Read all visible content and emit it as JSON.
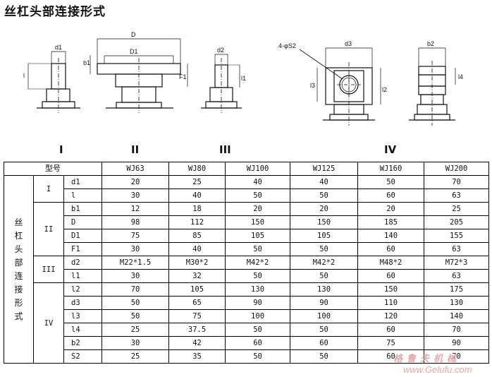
{
  "title": "丝杠头部连接形式",
  "diagram": {
    "labels": {
      "d1": "d1",
      "l": "l",
      "D": "D",
      "D1": "D1",
      "b1": "b1",
      "F1": "F1",
      "d2": "d2",
      "l1": "l1",
      "hole": "4-φS2",
      "d3": "d3",
      "l3": "l3",
      "l2": "l2",
      "b2": "b2",
      "l4": "l4"
    },
    "forms": [
      "I",
      "II",
      "III",
      "IV"
    ]
  },
  "table": {
    "header_label": "型号",
    "models": [
      "WJ63",
      "WJ80",
      "WJ100",
      "WJ125",
      "WJ160",
      "WJ200"
    ],
    "side_label": "丝杠头部连接形式",
    "groups": [
      {
        "form": "I",
        "rows": [
          {
            "code": "d1",
            "values": [
              "20",
              "25",
              "40",
              "40",
              "50",
              "70"
            ]
          },
          {
            "code": "l",
            "values": [
              "30",
              "40",
              "50",
              "50",
              "60",
              "63"
            ]
          }
        ]
      },
      {
        "form": "II",
        "rows": [
          {
            "code": "b1",
            "values": [
              "12",
              "18",
              "20",
              "20",
              "20",
              "25"
            ]
          },
          {
            "code": "D",
            "values": [
              "98",
              "112",
              "150",
              "150",
              "185",
              "205"
            ]
          },
          {
            "code": "D1",
            "values": [
              "75",
              "85",
              "105",
              "105",
              "140",
              "155"
            ]
          },
          {
            "code": "F1",
            "values": [
              "30",
              "40",
              "50",
              "50",
              "60",
              "63"
            ]
          }
        ]
      },
      {
        "form": "III",
        "rows": [
          {
            "code": "d2",
            "values": [
              "M22*1.5",
              "M30*2",
              "M42*2",
              "M42*2",
              "M48*2",
              "M72*3"
            ]
          },
          {
            "code": "l1",
            "values": [
              "30",
              "32",
              "50",
              "50",
              "60",
              "63"
            ]
          }
        ]
      },
      {
        "form": "IV",
        "rows": [
          {
            "code": "l2",
            "values": [
              "70",
              "105",
              "130",
              "130",
              "150",
              "175"
            ]
          },
          {
            "code": "d3",
            "values": [
              "50",
              "65",
              "90",
              "90",
              "110",
              "130"
            ]
          },
          {
            "code": "l3",
            "values": [
              "50",
              "75",
              "100",
              "100",
              "120",
              "140"
            ]
          },
          {
            "code": "l4",
            "values": [
              "25",
              "37.5",
              "50",
              "50",
              "60",
              "70"
            ]
          },
          {
            "code": "b2",
            "values": [
              "30",
              "42",
              "60",
              "60",
              "75",
              "90"
            ]
          },
          {
            "code": "S2",
            "values": [
              "25",
              "35",
              "50",
              "50",
              "60",
              "70"
            ]
          }
        ]
      }
    ]
  },
  "watermark": {
    "text_cn": "格鲁夫机械",
    "url": "www.Gelufu.com"
  }
}
